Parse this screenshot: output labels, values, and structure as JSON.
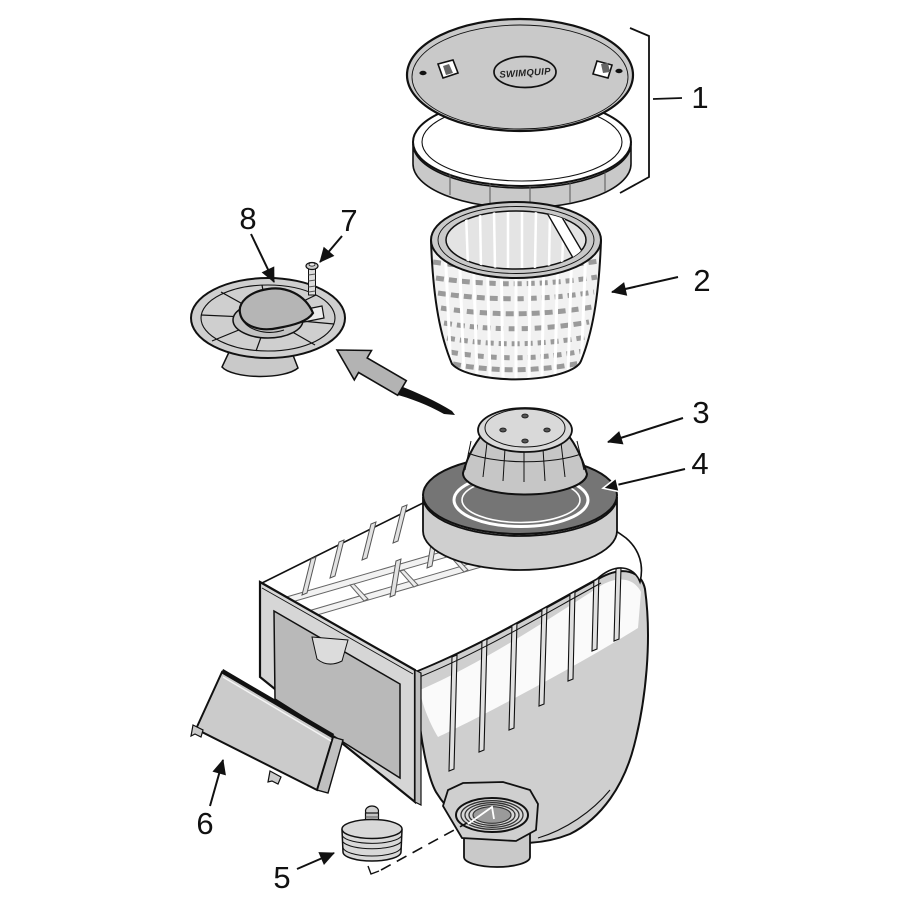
{
  "diagram": {
    "type": "exploded-parts-diagram",
    "brand_logo": "SWIMQUIP",
    "colors": {
      "background": "#ffffff",
      "outline": "#111111",
      "fill_light": "#cccccc",
      "fill_lighter": "#e6e6e6",
      "fill_white": "#ffffff",
      "fill_dark_ring": "#757575",
      "fill_mid_gray": "#b3b3b3",
      "arrow_black": "#111111"
    },
    "callouts": [
      {
        "number": "1",
        "part": "lid-and-lock-ring-assembly"
      },
      {
        "number": "2",
        "part": "strainer-basket"
      },
      {
        "number": "3",
        "part": "float-valve"
      },
      {
        "number": "4",
        "part": "seal-ring"
      },
      {
        "number": "5",
        "part": "drain-plug"
      },
      {
        "number": "6",
        "part": "weir-door"
      },
      {
        "number": "7",
        "part": "screw"
      },
      {
        "number": "8",
        "part": "vacuum-plate"
      }
    ]
  }
}
